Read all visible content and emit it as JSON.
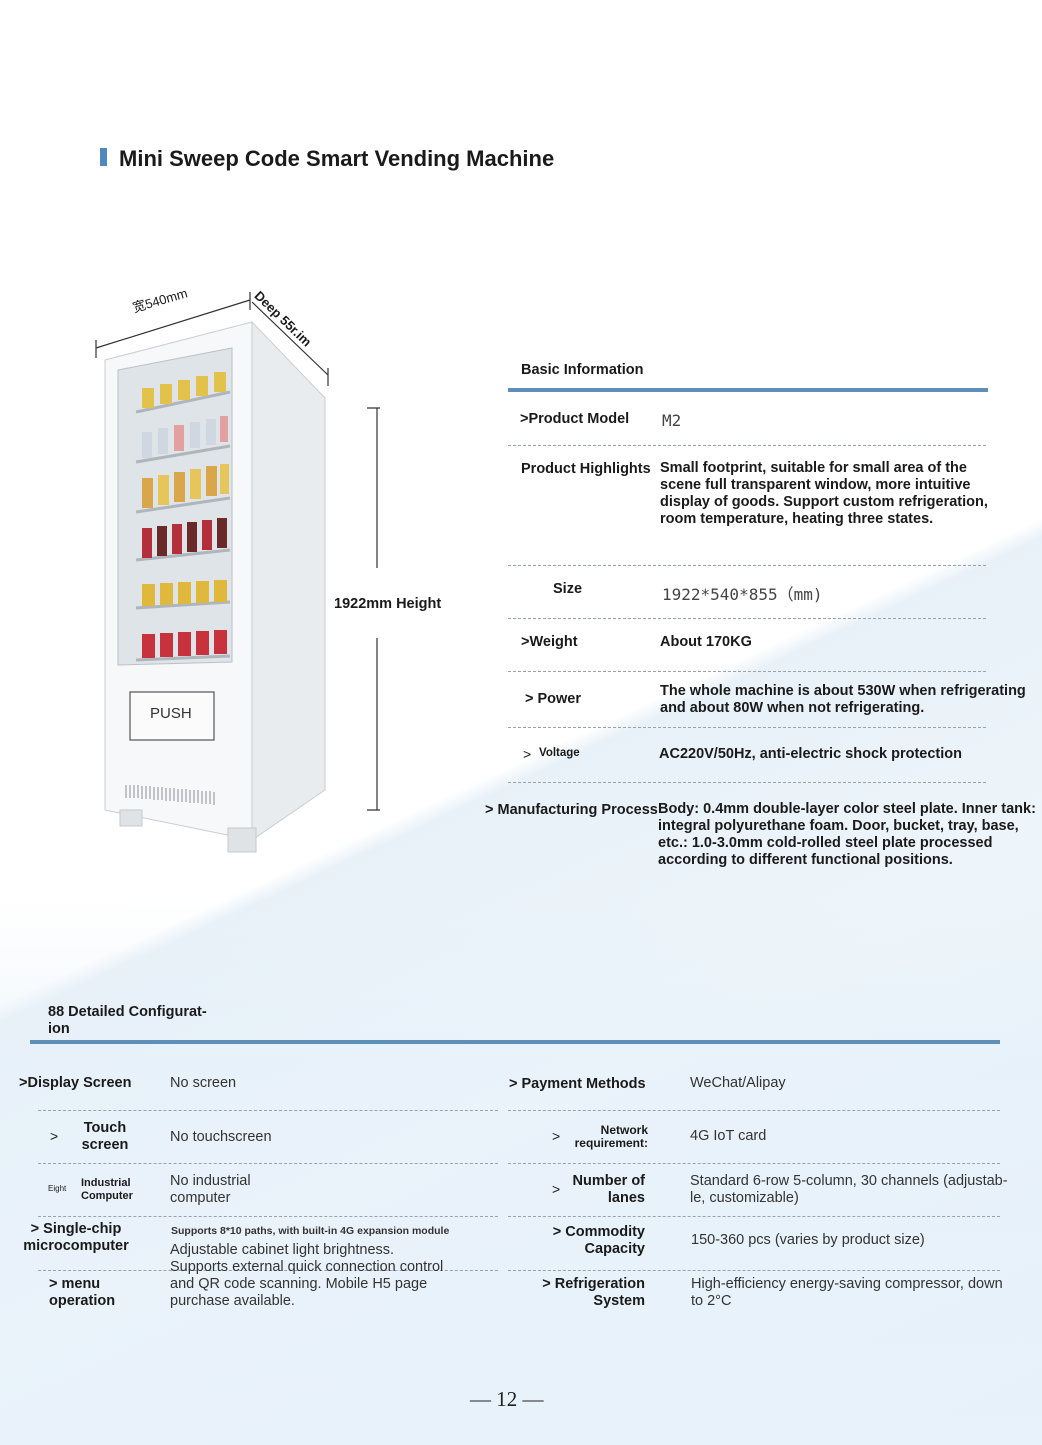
{
  "title": "Mini Sweep Code Smart Vending Machine",
  "machine": {
    "width_label": "宽540mm",
    "depth_label": "Deep 55r.im",
    "height_label": "1922mm Height",
    "push_label": "PUSH"
  },
  "basic_info": {
    "heading": "Basic Information",
    "rows": [
      {
        "label": ">Product Model",
        "value": "M2"
      },
      {
        "label": "Product Highlights",
        "value": "Small footprint, suitable for small area of the scene full transparent window, more intuitive display of goods. Support custom refrigeration, room temperature, heating three states."
      },
      {
        "label": "Size",
        "value": "1922*540*855（mm)"
      },
      {
        "label": ">Weight",
        "value": "About 170KG"
      },
      {
        "label": "> Power",
        "value": "The whole machine is about 530W when refrigerating and about 80W when not refrigerating."
      },
      {
        "label": "Voltage",
        "label_prefix": ">",
        "value": "AC220V/50Hz, anti-electric shock protection"
      },
      {
        "label": "> Manufacturing Process",
        "value": "Body: 0.4mm double-layer color steel plate. Inner tank: integral polyurethane foam. Door, bucket, tray, base, etc.: 1.0-3.0mm cold-rolled steel plate processed according to different functional positions."
      }
    ]
  },
  "detailed_config": {
    "heading": "88 Detailed Configurat-\nion",
    "left": [
      {
        "label": ">Display Screen",
        "value": "No screen"
      },
      {
        "label_prefix": ">",
        "label": "Touch\nscreen",
        "value": "No touchscreen"
      },
      {
        "label_prefix": "Eight",
        "label": "Industrial\nComputer",
        "value": "No industrial\ncomputer"
      },
      {
        "label": "> Single-chip\nmicrocomputer",
        "value_small": "Supports 8*10 paths, with built-in 4G expansion module",
        "value": "Adjustable cabinet light brightness."
      },
      {
        "label": "> menu\noperation",
        "value": "Supports external quick connection control\nand QR code scanning. Mobile H5 page\npurchase available."
      }
    ],
    "right": [
      {
        "label": "> Payment Methods",
        "value": "WeChat/Alipay"
      },
      {
        "label_prefix": ">",
        "label": "Network\nrequirement:",
        "value": "4G IoT card"
      },
      {
        "label_prefix": ">",
        "label": "Number of\nlanes",
        "value": "Standard 6-row 5-column, 30 channels (adjustab-\nle, customizable)"
      },
      {
        "label": "> Commodity\nCapacity",
        "value": "150-360 pcs (varies by product size)"
      },
      {
        "label": "> Refrigeration\nSystem",
        "value": "High-efficiency energy-saving compressor, down\nto 2°C"
      }
    ]
  },
  "page_number": "— 12 —",
  "colors": {
    "accent": "#5d8fb8",
    "title_bar": "#4f87bf"
  }
}
